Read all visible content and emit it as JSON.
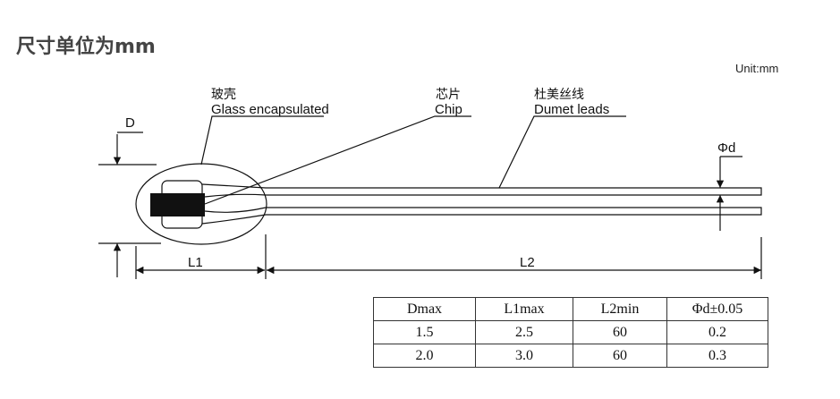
{
  "title": "尺寸单位为mm",
  "unit": "Unit:mm",
  "labels": {
    "glass_cn": "玻壳",
    "glass_en": "Glass encapsulated",
    "chip_cn": "芯片",
    "chip_en": "Chip",
    "leads_cn": "杜美丝线",
    "leads_en": "Dumet leads",
    "d": "D",
    "l1": "L1",
    "l2": "L2",
    "phid": "Φd"
  },
  "table": {
    "headers": [
      "Dmax",
      "L1max",
      "L2min",
      "Φd±0.05"
    ],
    "rows": [
      [
        "1.5",
        "2.5",
        "60",
        "0.2"
      ],
      [
        "2.0",
        "3.0",
        "60",
        "0.3"
      ]
    ]
  }
}
